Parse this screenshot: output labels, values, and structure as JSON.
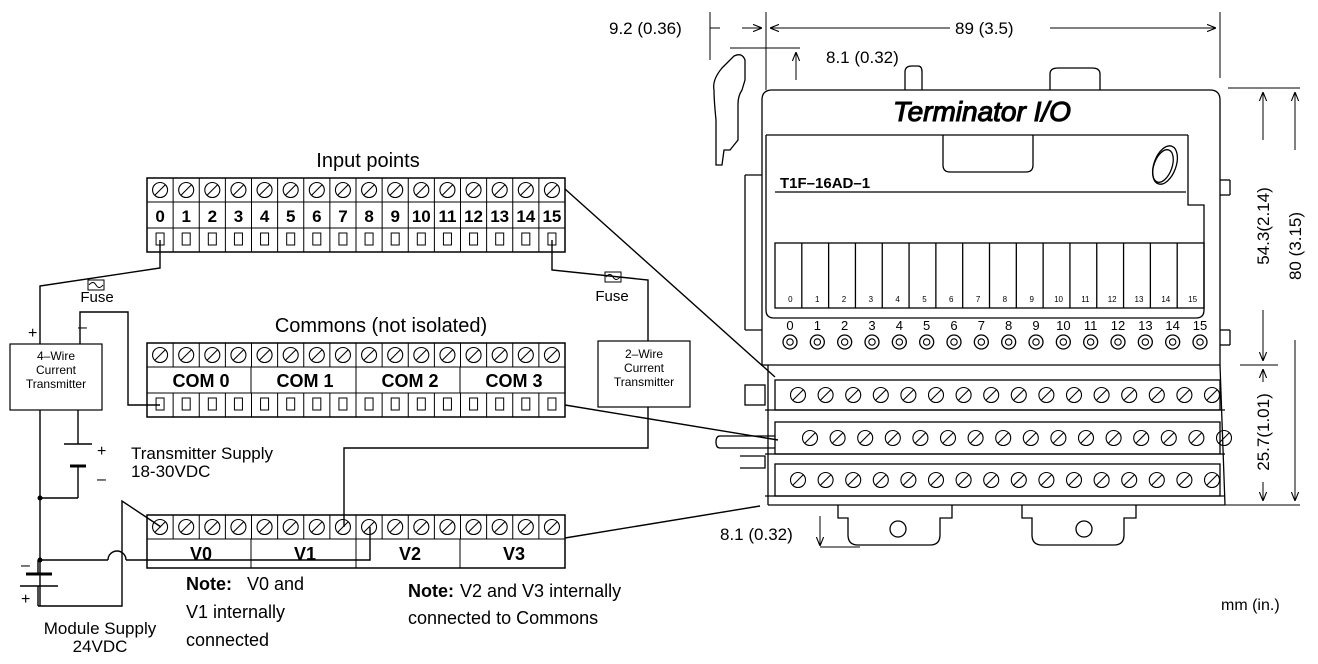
{
  "input_block": {
    "title": "Input points",
    "labels": [
      "0",
      "1",
      "2",
      "3",
      "4",
      "5",
      "6",
      "7",
      "8",
      "9",
      "10",
      "11",
      "12",
      "13",
      "14",
      "15"
    ]
  },
  "commons_block": {
    "title": "Commons (not isolated)",
    "labels": [
      "COM 0",
      "COM 1",
      "COM 2",
      "COM 3"
    ]
  },
  "voltage_block": {
    "labels": [
      "V0",
      "V1",
      "V2",
      "V3"
    ]
  },
  "fuse_label": "Fuse",
  "transmitter_4wire": [
    "4–Wire",
    "Current",
    "Transmitter"
  ],
  "transmitter_2wire": [
    "2–Wire",
    "Current",
    "Transmitter"
  ],
  "transmitter_supply": [
    "Transmitter Supply",
    "18-30VDC"
  ],
  "module_supply": [
    "Module Supply",
    "24VDC"
  ],
  "note1": {
    "bold": "Note:",
    "lines": [
      "V0    and",
      "V1       internally",
      "connected"
    ]
  },
  "note2": {
    "bold": "Note:",
    "line1": "V2 and V3 internally",
    "line2": "connected to Commons"
  },
  "module": {
    "brand": "Terminator I/O",
    "model": "T1F–16AD–1",
    "channel_labels": [
      "0",
      "1",
      "2",
      "3",
      "4",
      "5",
      "6",
      "7",
      "8",
      "9",
      "10",
      "11",
      "12",
      "13",
      "14",
      "15"
    ]
  },
  "dimensions": {
    "d1": "9.2 (0.36)",
    "d2": "89 (3.5)",
    "d3": "8.1 (0.32)",
    "d4": "54.3(2.14)",
    "d5": "80 (3.15)",
    "d6": "25.7(1.01)",
    "d7": "8.1 (0.32)",
    "units": "mm (in.)"
  },
  "polarity": {
    "plus": "+",
    "minus": "–"
  }
}
